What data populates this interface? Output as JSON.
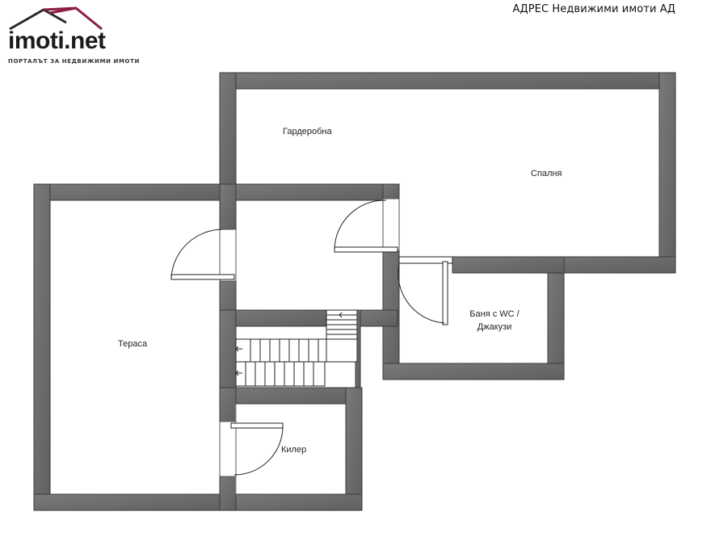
{
  "header": {
    "agency": "АДРЕС Недвижими имоти АД",
    "logo": {
      "name": "imoti.net",
      "tagline": "ПОРТАЛЪТ ЗА НЕДВИЖИМИ ИМОТИ"
    }
  },
  "rooms": {
    "wardrobe": "Гардеробна",
    "bedroom": "Спалня",
    "bathroom_line1": "Баня с WC /",
    "bathroom_line2": "Джакузи",
    "terrace": "Тераса",
    "storage": "Килер"
  },
  "colors": {
    "wall": "#6e6e6e",
    "wall_edge": "#3a3a3a",
    "logo_roof": "#8b1d3f",
    "text": "#1f1f1f"
  }
}
